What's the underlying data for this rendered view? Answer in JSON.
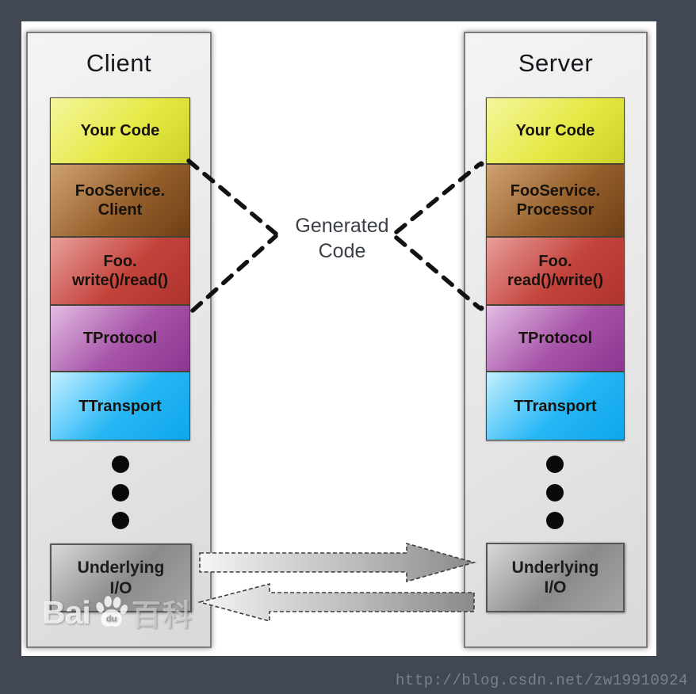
{
  "page": {
    "background_color": "#414854",
    "credit_url": "http://blog.csdn.net/zw19910924"
  },
  "generated_code": {
    "line1": "Generated",
    "line2": "Code"
  },
  "client": {
    "title": "Client",
    "layers": [
      {
        "name": "your-code",
        "lines": [
          "Your Code"
        ],
        "colors": {
          "light": "#f4f69e",
          "main": "#e5e944",
          "dark": "#ccd12c"
        }
      },
      {
        "name": "fooservice-client",
        "lines": [
          "FooService.",
          "Client"
        ],
        "colors": {
          "light": "#cfa271",
          "main": "#96602c",
          "dark": "#6e3f16"
        }
      },
      {
        "name": "foo-write-read",
        "lines": [
          "Foo.",
          "write()/read()"
        ],
        "colors": {
          "light": "#e89f9b",
          "main": "#c4423c",
          "dark": "#ae332f"
        }
      },
      {
        "name": "tprotocol",
        "lines": [
          "TProtocol"
        ],
        "colors": {
          "light": "#e3bce3",
          "main": "#a653a8",
          "dark": "#8c3790"
        }
      },
      {
        "name": "ttransport",
        "lines": [
          "TTransport"
        ],
        "colors": {
          "light": "#c4f0fe",
          "main": "#25b6f5",
          "dark": "#0fa6ec"
        }
      }
    ],
    "io_box": {
      "lines": [
        "Underlying",
        "I/O"
      ],
      "colors": {
        "light": "#d8d8d8",
        "main": "#8b8b8b",
        "dark": "#a5a5a5"
      }
    }
  },
  "server": {
    "title": "Server",
    "layers": [
      {
        "name": "your-code",
        "lines": [
          "Your Code"
        ],
        "colors": {
          "light": "#f4f69e",
          "main": "#e5e944",
          "dark": "#ccd12c"
        }
      },
      {
        "name": "fooservice-processor",
        "lines": [
          "FooService.",
          "Processor"
        ],
        "colors": {
          "light": "#cfa271",
          "main": "#96602c",
          "dark": "#6e3f16"
        }
      },
      {
        "name": "foo-read-write",
        "lines": [
          "Foo.",
          "read()/write()"
        ],
        "colors": {
          "light": "#e89f9b",
          "main": "#c4423c",
          "dark": "#ae332f"
        }
      },
      {
        "name": "tprotocol",
        "lines": [
          "TProtocol"
        ],
        "colors": {
          "light": "#e3bce3",
          "main": "#a653a8",
          "dark": "#8c3790"
        }
      },
      {
        "name": "ttransport",
        "lines": [
          "TTransport"
        ],
        "colors": {
          "light": "#c4f0fe",
          "main": "#25b6f5",
          "dark": "#0fa6ec"
        }
      }
    ],
    "io_box": {
      "lines": [
        "Underlying",
        "I/O"
      ],
      "colors": {
        "light": "#d8d8d8",
        "main": "#8b8b8b",
        "dark": "#a5a5a5"
      }
    }
  },
  "watermarks": {
    "baidu_prefix": "Bai",
    "baidu_paw_text": "du",
    "baidu_suffix": "百科"
  }
}
